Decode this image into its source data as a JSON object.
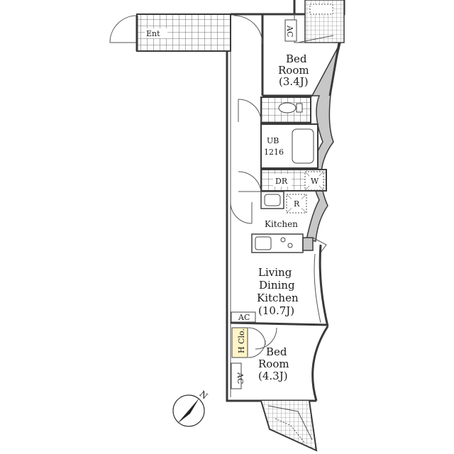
{
  "floorplan": {
    "entrance_label": "Ent",
    "bedroom_top": {
      "line1": "Bed",
      "line2": "Room",
      "size": "(3.4J)"
    },
    "bath": {
      "line1": "UB",
      "line2": "1216"
    },
    "dr_label": "DR",
    "washer_label": "W",
    "fridge_label": "R",
    "kitchen_label": "Kitchen",
    "ldk": {
      "line1": "Living",
      "line2": "Dining",
      "line3": "Kitchen",
      "size": "(10.7J)"
    },
    "ac_labels": [
      "AC",
      "AC",
      "AC"
    ],
    "closet_label": "H Clo.",
    "bedroom_bottom": {
      "line1": "Bed",
      "line2": "Room",
      "size": "(4.3J)"
    },
    "compass_label": "N"
  }
}
